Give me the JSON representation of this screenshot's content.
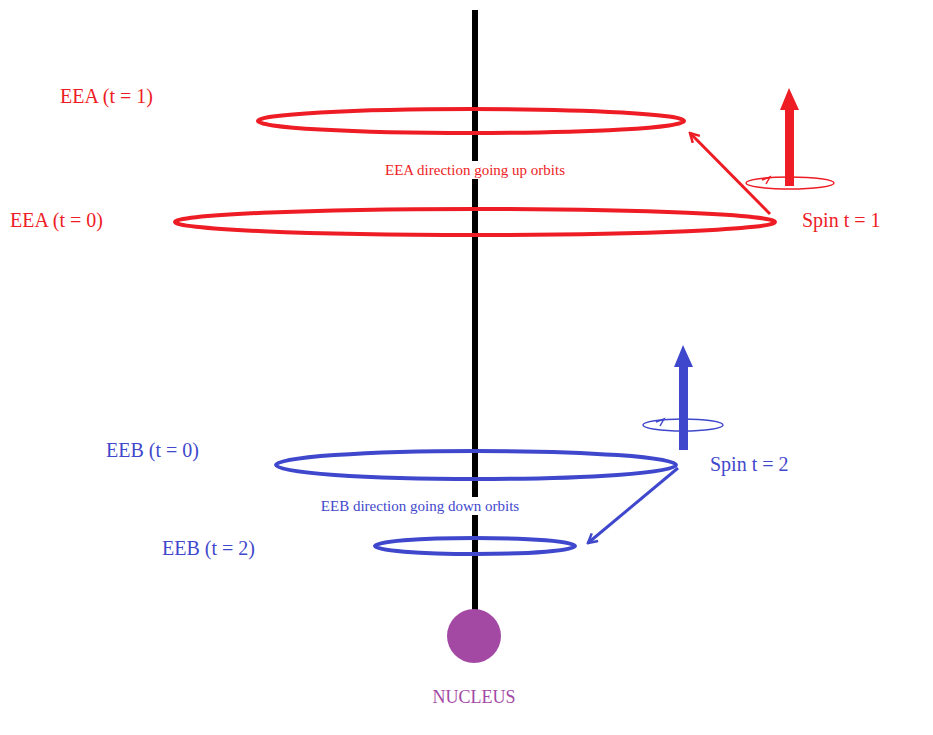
{
  "diagram": {
    "labels": [
      "EEA (t = 1)",
      "EEA direction going up orbits",
      "EEA (t = 0)",
      "Spin t = 1",
      "EEB (t = 0)",
      "Spin t = 2",
      "EEB direction going down orbits",
      "EEB (t = 2)",
      "NUCLEUS"
    ]
  }
}
